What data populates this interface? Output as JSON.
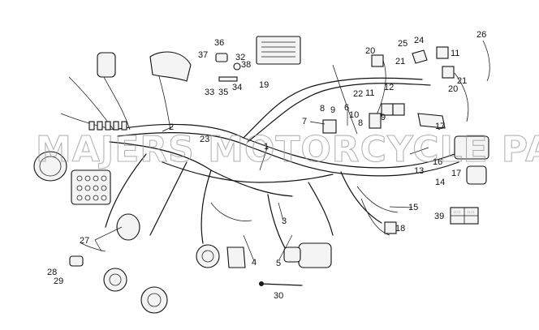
{
  "watermark": "MAJERS MOTORCYCLE PARTS & MOTO",
  "colors": {
    "line": "#111111",
    "watermark": "#9a9a9a",
    "background": "#ffffff"
  },
  "callouts": [
    {
      "id": "c1",
      "label": "1"
    },
    {
      "id": "c2",
      "label": "2"
    },
    {
      "id": "c3",
      "label": "3"
    },
    {
      "id": "c4",
      "label": "4"
    },
    {
      "id": "c5",
      "label": "5"
    },
    {
      "id": "c6",
      "label": "6"
    },
    {
      "id": "c7",
      "label": "7"
    },
    {
      "id": "c8a",
      "label": "8"
    },
    {
      "id": "c8b",
      "label": "8"
    },
    {
      "id": "c9a",
      "label": "9"
    },
    {
      "id": "c9b",
      "label": "9"
    },
    {
      "id": "c10",
      "label": "10"
    },
    {
      "id": "c11a",
      "label": "11"
    },
    {
      "id": "c11b",
      "label": "11"
    },
    {
      "id": "c12",
      "label": "12"
    },
    {
      "id": "c13",
      "label": "13"
    },
    {
      "id": "c14",
      "label": "14"
    },
    {
      "id": "c15",
      "label": "15"
    },
    {
      "id": "c16",
      "label": "16"
    },
    {
      "id": "c17a",
      "label": "17"
    },
    {
      "id": "c17b",
      "label": "17"
    },
    {
      "id": "c18",
      "label": "18"
    },
    {
      "id": "c19",
      "label": "19"
    },
    {
      "id": "c20a",
      "label": "20"
    },
    {
      "id": "c20b",
      "label": "20"
    },
    {
      "id": "c21a",
      "label": "21"
    },
    {
      "id": "c21b",
      "label": "21"
    },
    {
      "id": "c22",
      "label": "22"
    },
    {
      "id": "c23",
      "label": "23"
    },
    {
      "id": "c24",
      "label": "24"
    },
    {
      "id": "c25",
      "label": "25"
    },
    {
      "id": "c26",
      "label": "26"
    },
    {
      "id": "c27",
      "label": "27"
    },
    {
      "id": "c28",
      "label": "28"
    },
    {
      "id": "c29",
      "label": "29"
    },
    {
      "id": "c30",
      "label": "30"
    },
    {
      "id": "c32",
      "label": "32"
    },
    {
      "id": "c33",
      "label": "33"
    },
    {
      "id": "c34",
      "label": "34"
    },
    {
      "id": "c35",
      "label": "35"
    },
    {
      "id": "c36",
      "label": "36"
    },
    {
      "id": "c37",
      "label": "37"
    },
    {
      "id": "c38",
      "label": "38"
    },
    {
      "id": "c39",
      "label": "39"
    }
  ]
}
